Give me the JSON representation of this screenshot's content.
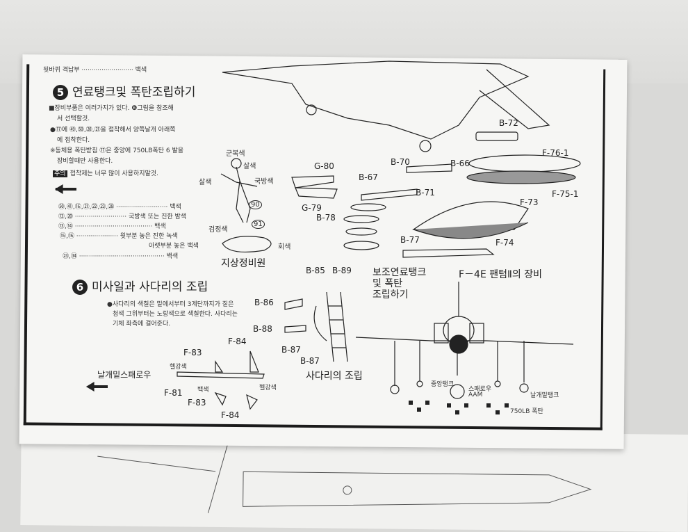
{
  "top_line": {
    "part": "뒷바퀴 격납부",
    "color": "백색"
  },
  "section5": {
    "number": "5",
    "title": "연료탱크및 폭탄조립하기",
    "notes": [
      "■장비부품은 여러가지가 있다. ❻그림을 참조해",
      "서 선택할것.",
      "●⑰에 ㊾,㊿,⑳,㉑을 접착해서 양쪽날개 아래쪽",
      "에 접착한다.",
      "※동체용 폭탄받침 ⑰은 중앙에 750LB폭탄 6 발을",
      "장비할때만 사용한다."
    ],
    "caution_tag": "주의",
    "caution": "접착제는 너무 많이 사용하지말것."
  },
  "paint_list": [
    {
      "parts": "㊿,㊶,⑯,㉑,㉒,㉓,㉘",
      "color": "백색"
    },
    {
      "parts": "⑬,⑳",
      "color": "국방색 또는 진한 밤색"
    },
    {
      "parts": "⑬,⑭",
      "color": "백색"
    },
    {
      "parts": "⑮,⑯",
      "color": "윗부분 놓은 진한 녹색"
    },
    {
      "parts": "",
      "color": "아랫부분 놓은 백색"
    },
    {
      "parts": "㉓,㉞",
      "color": "백색"
    }
  ],
  "figure": {
    "title": "지상정비원",
    "labels": [
      "군복색",
      "살색",
      "살색",
      "국방색",
      "검정색",
      "회색"
    ],
    "parts": [
      "90",
      "91"
    ]
  },
  "equipment_labels": [
    "G-80",
    "G-79",
    "B-67",
    "B-70",
    "B-71",
    "B-66",
    "B-72",
    "B-78",
    "F-76-1",
    "F-75-1",
    "F-73",
    "F-74",
    "B-77"
  ],
  "section6": {
    "number": "6",
    "title": "미사일과 사다리의 조립",
    "notes": [
      "●사다리의 색칠은 밑에서부터 3계단까지가  짙은",
      "청색 그위부터는 노랑색으로 색칠한다. 사다리는",
      "기체 좌측에 걸어준다."
    ]
  },
  "ladder": {
    "labels": [
      "B-85",
      "B-89",
      "B-86",
      "B-88",
      "B-87",
      "B-87"
    ],
    "title": "사다리의 조립"
  },
  "missile": {
    "title": "날개밑스패로우",
    "labels": [
      "F-83",
      "F-84",
      "F-81",
      "F-83",
      "F-84"
    ],
    "colors": [
      "헬강색",
      "백색",
      "헬강색"
    ]
  },
  "aux": {
    "title_lines": [
      "보조연료탱크",
      "및 폭탄",
      "조립하기"
    ],
    "f4e_title": "F－4E 팬텀Ⅱ의 장비",
    "labels": [
      "중앙탱크",
      "스패로우",
      "AAM",
      "날개밑탱크",
      "750LB 폭탄"
    ]
  }
}
